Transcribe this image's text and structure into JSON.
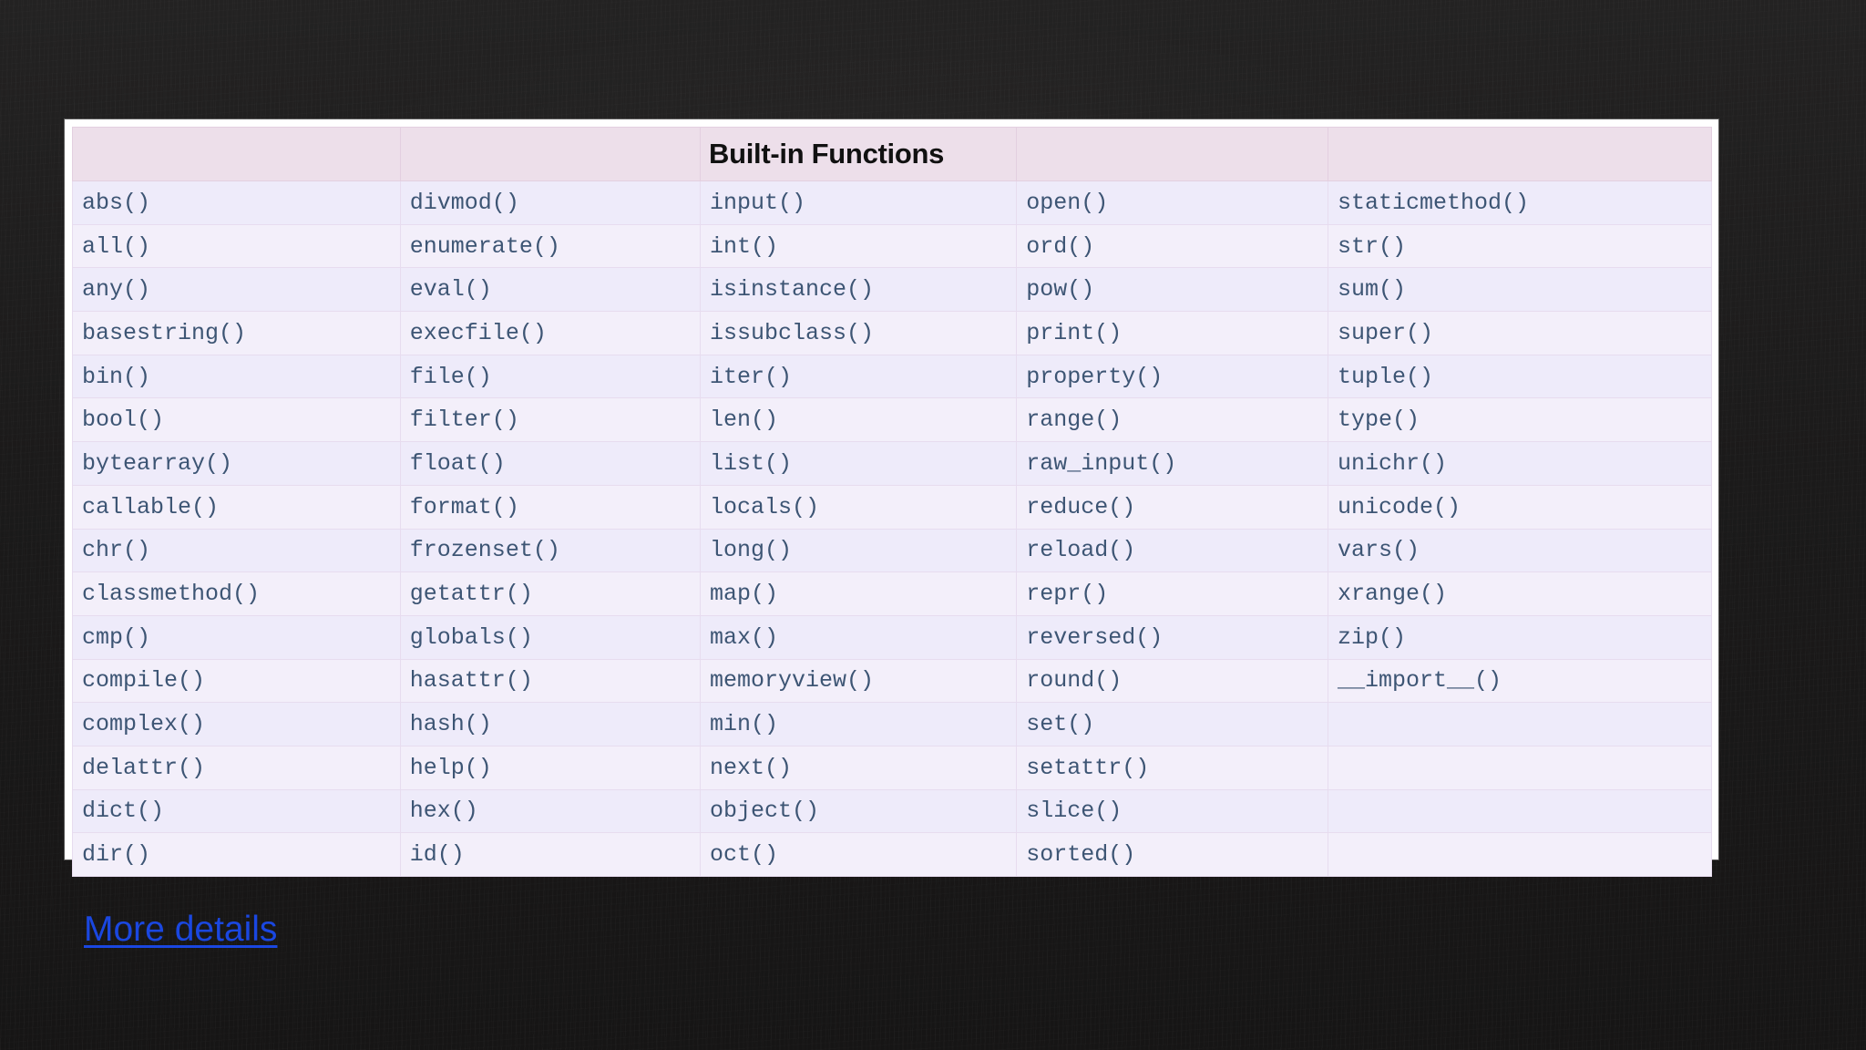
{
  "page": {
    "background_color": "#1d1c1c"
  },
  "table": {
    "title": "Built-in Functions",
    "title_column_index": 2,
    "header_bg": "#eddfea",
    "cell_text_color": "#3d5574",
    "row_bg_odd": "#eeebfa",
    "row_bg_even": "#f3effa",
    "headers": [
      "",
      "",
      "Built-in Functions",
      "",
      ""
    ],
    "rows": [
      [
        "abs()",
        "divmod()",
        "input()",
        "open()",
        "staticmethod()"
      ],
      [
        "all()",
        "enumerate()",
        "int()",
        "ord()",
        "str()"
      ],
      [
        "any()",
        "eval()",
        "isinstance()",
        "pow()",
        "sum()"
      ],
      [
        "basestring()",
        "execfile()",
        "issubclass()",
        "print()",
        "super()"
      ],
      [
        "bin()",
        "file()",
        "iter()",
        "property()",
        "tuple()"
      ],
      [
        "bool()",
        "filter()",
        "len()",
        "range()",
        "type()"
      ],
      [
        "bytearray()",
        "float()",
        "list()",
        "raw_input()",
        "unichr()"
      ],
      [
        "callable()",
        "format()",
        "locals()",
        "reduce()",
        "unicode()"
      ],
      [
        "chr()",
        "frozenset()",
        "long()",
        "reload()",
        "vars()"
      ],
      [
        "classmethod()",
        "getattr()",
        "map()",
        "repr()",
        "xrange()"
      ],
      [
        "cmp()",
        "globals()",
        "max()",
        "reversed()",
        "zip()"
      ],
      [
        "compile()",
        "hasattr()",
        "memoryview()",
        "round()",
        "__import__()"
      ],
      [
        "complex()",
        "hash()",
        "min()",
        "set()",
        ""
      ],
      [
        "delattr()",
        "help()",
        "next()",
        "setattr()",
        ""
      ],
      [
        "dict()",
        "hex()",
        "object()",
        "slice()",
        ""
      ],
      [
        "dir()",
        "id()",
        "oct()",
        "sorted()",
        ""
      ]
    ]
  },
  "footer": {
    "link_label": "More details",
    "link_color": "#1a47e0"
  }
}
